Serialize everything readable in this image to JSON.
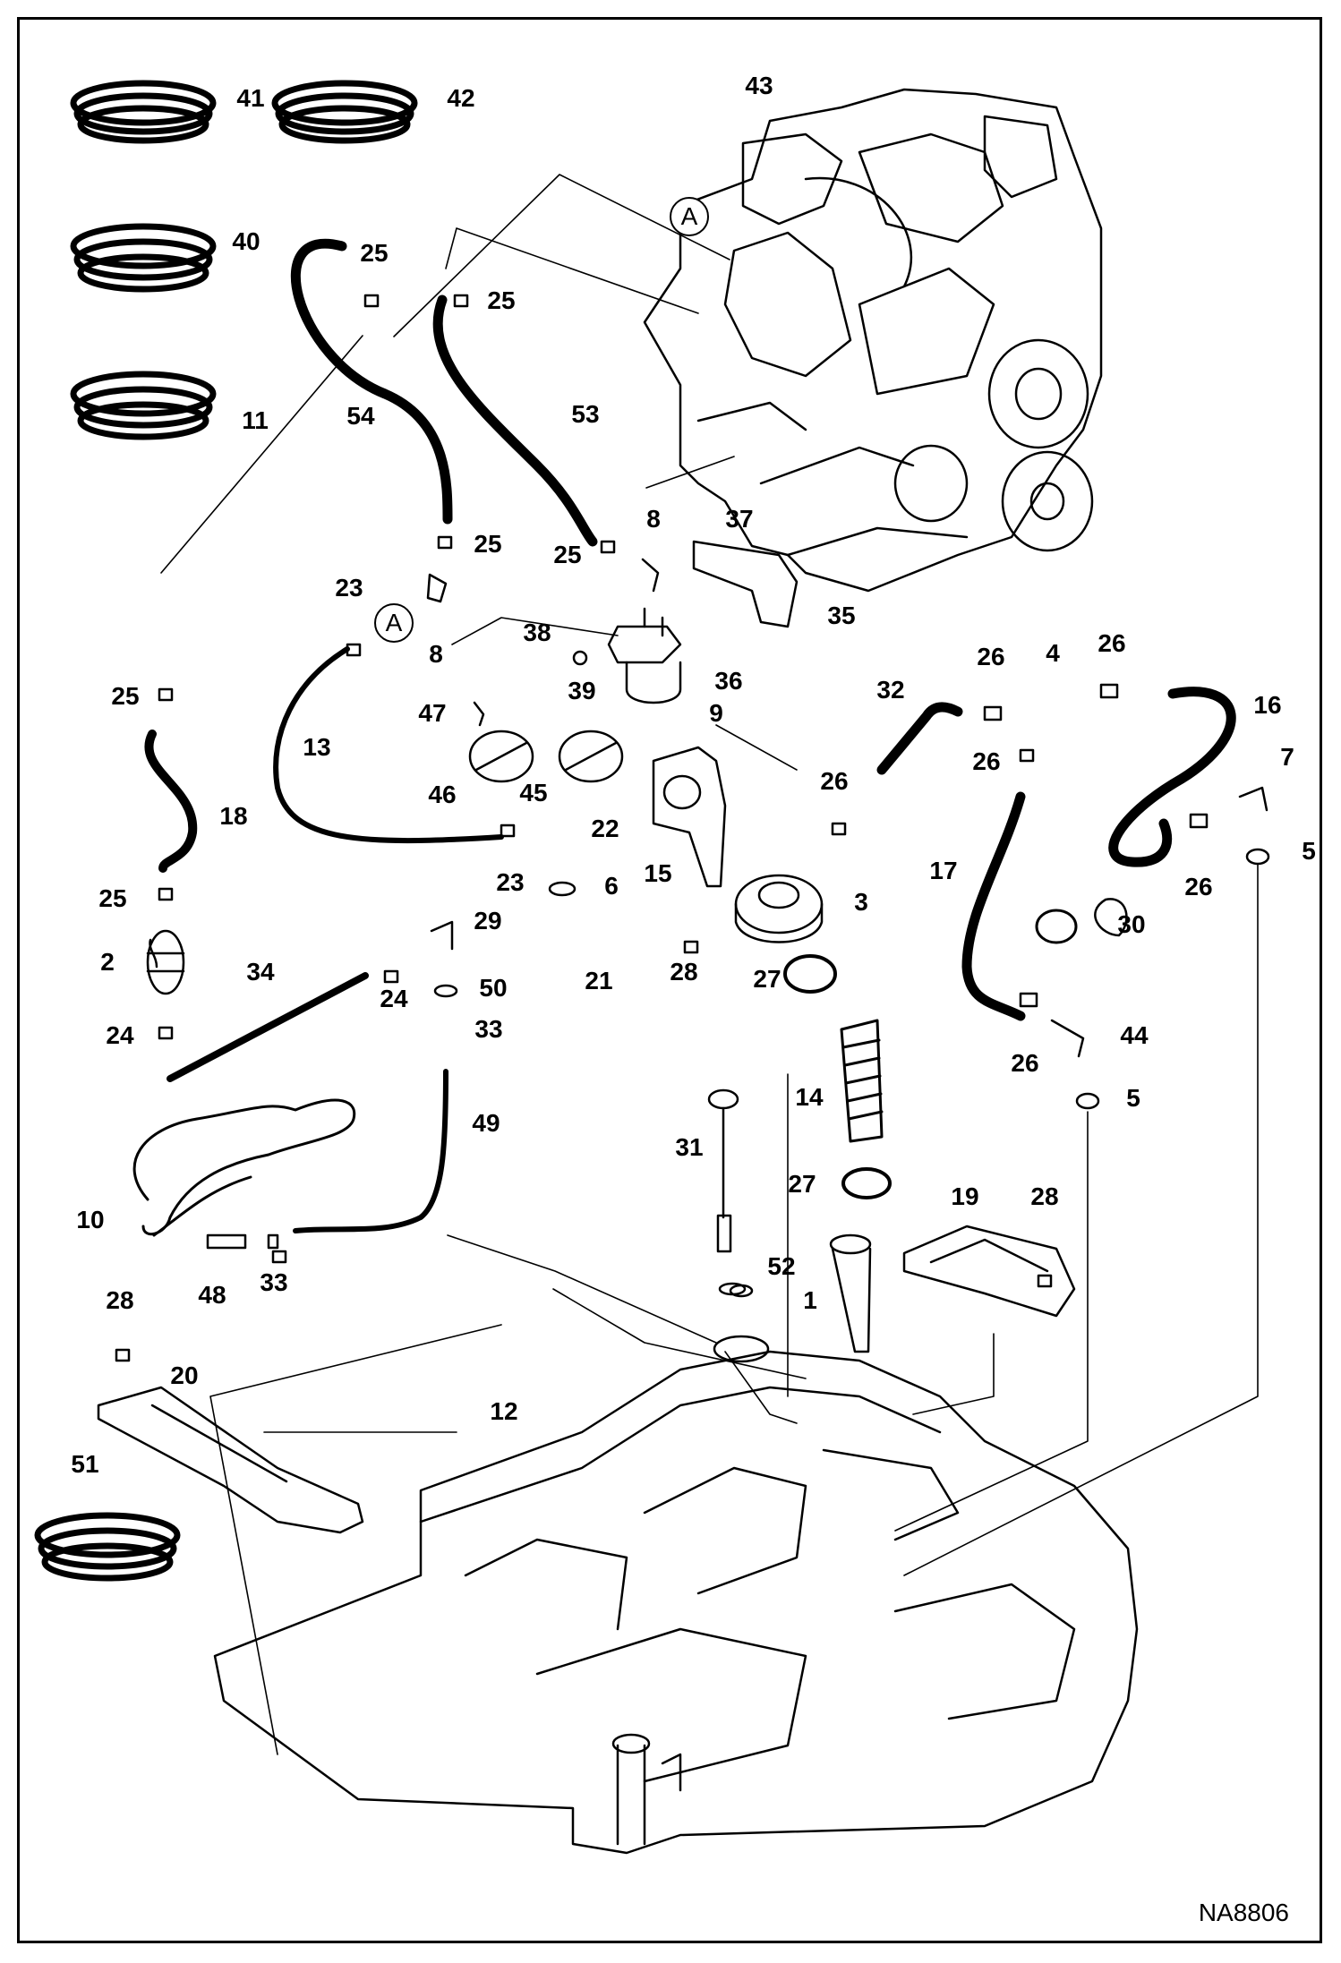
{
  "diagram": {
    "drawing_code": "NA8806",
    "reference_marker": "A",
    "callouts": [
      "41",
      "42",
      "40",
      "11",
      "43",
      "25",
      "25",
      "54",
      "53",
      "25",
      "25",
      "8",
      "37",
      "23",
      "8",
      "38",
      "35",
      "36",
      "39",
      "47",
      "13",
      "46",
      "45",
      "25",
      "18",
      "9",
      "15",
      "32",
      "26",
      "4",
      "26",
      "16",
      "7",
      "26",
      "26",
      "5",
      "26",
      "22",
      "23",
      "6",
      "3",
      "17",
      "30",
      "28",
      "25",
      "2",
      "29",
      "34",
      "24",
      "50",
      "24",
      "33",
      "21",
      "27",
      "44",
      "26",
      "49",
      "31",
      "14",
      "5",
      "10",
      "48",
      "33",
      "27",
      "52",
      "19",
      "28",
      "1",
      "28",
      "20",
      "12",
      "51"
    ]
  }
}
